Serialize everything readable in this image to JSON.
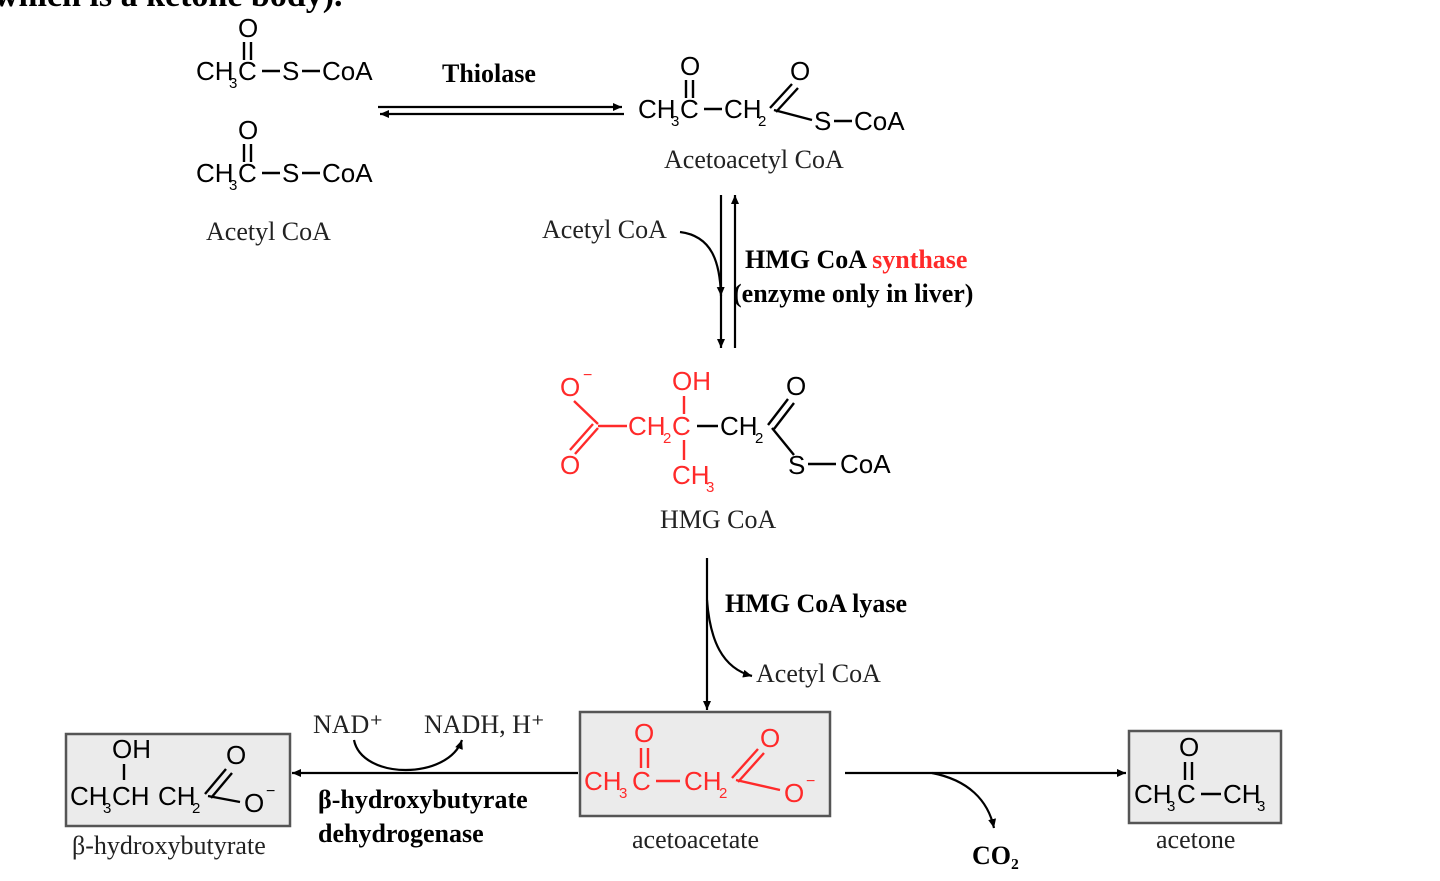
{
  "top_text": "which is a ketone body).",
  "molecules": {
    "acetyl_coa_label": "Acetyl CoA",
    "acetoacetyl_coa_label": "Acetoacetyl CoA",
    "hmg_coa_label": "HMG CoA",
    "beta_hydroxybutyrate_label": "β-hydroxybutyrate",
    "acetoacetate_label": "acetoacetate",
    "acetone_label": "acetone"
  },
  "enzymes": {
    "thiolase": "Thiolase",
    "hmg_synthase_part1": "HMG CoA ",
    "hmg_synthase_part2": "synthase",
    "hmg_synthase_note": "(enzyme only in liver)",
    "hmg_lyase": "HMG CoA lyase",
    "bhb_dh_line1": "β-hydroxybutyrate",
    "bhb_dh_line2": "dehydrogenase"
  },
  "cofactors": {
    "acetyl_coa_in": "Acetyl CoA",
    "acetyl_coa_out": "Acetyl CoA",
    "nad": "NAD⁺",
    "nadh": "NADH, H⁺",
    "co2": "CO₂"
  },
  "atoms": {
    "O": "O",
    "OH": "OH",
    "S": "S",
    "CoA": "CoA",
    "CH": "CH",
    "CH2": "CH₂",
    "CH3": "CH₃",
    "C": "C",
    "sub3": "3",
    "sub2": "2",
    "minus": "−"
  },
  "colors": {
    "highlight": "#ff2a2a",
    "box_fill": "#ebebeb"
  }
}
